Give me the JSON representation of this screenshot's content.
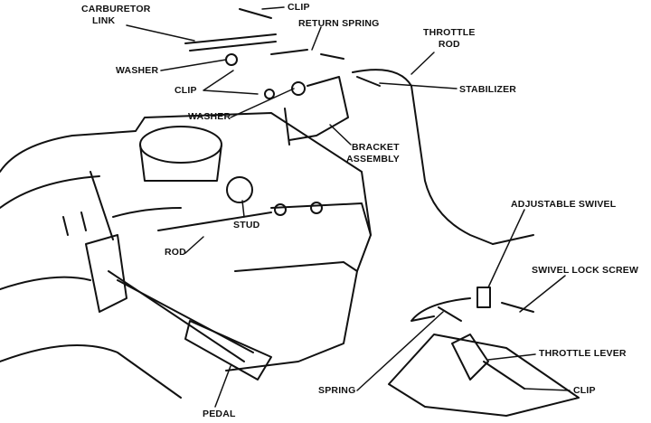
{
  "labels": {
    "carburetor_link_1": "CARBURETOR",
    "carburetor_link_2": "LINK",
    "clip_top": "CLIP",
    "return_spring": "RETURN SPRING",
    "throttle_rod_1": "THROTTLE",
    "throttle_rod_2": "ROD",
    "washer_upper": "WASHER",
    "clip_mid": "CLIP",
    "washer_lower": "WASHER",
    "stabilizer": "STABILIZER",
    "bracket_assembly_1": "BRACKET",
    "bracket_assembly_2": "ASSEMBLY",
    "stud": "STUD",
    "rod": "ROD",
    "adjustable_swivel": "ADJUSTABLE SWIVEL",
    "swivel_lock_screw": "SWIVEL LOCK SCREW",
    "throttle_lever": "THROTTLE LEVER",
    "spring": "SPRING",
    "clip_bottom": "CLIP",
    "pedal": "PEDAL"
  }
}
